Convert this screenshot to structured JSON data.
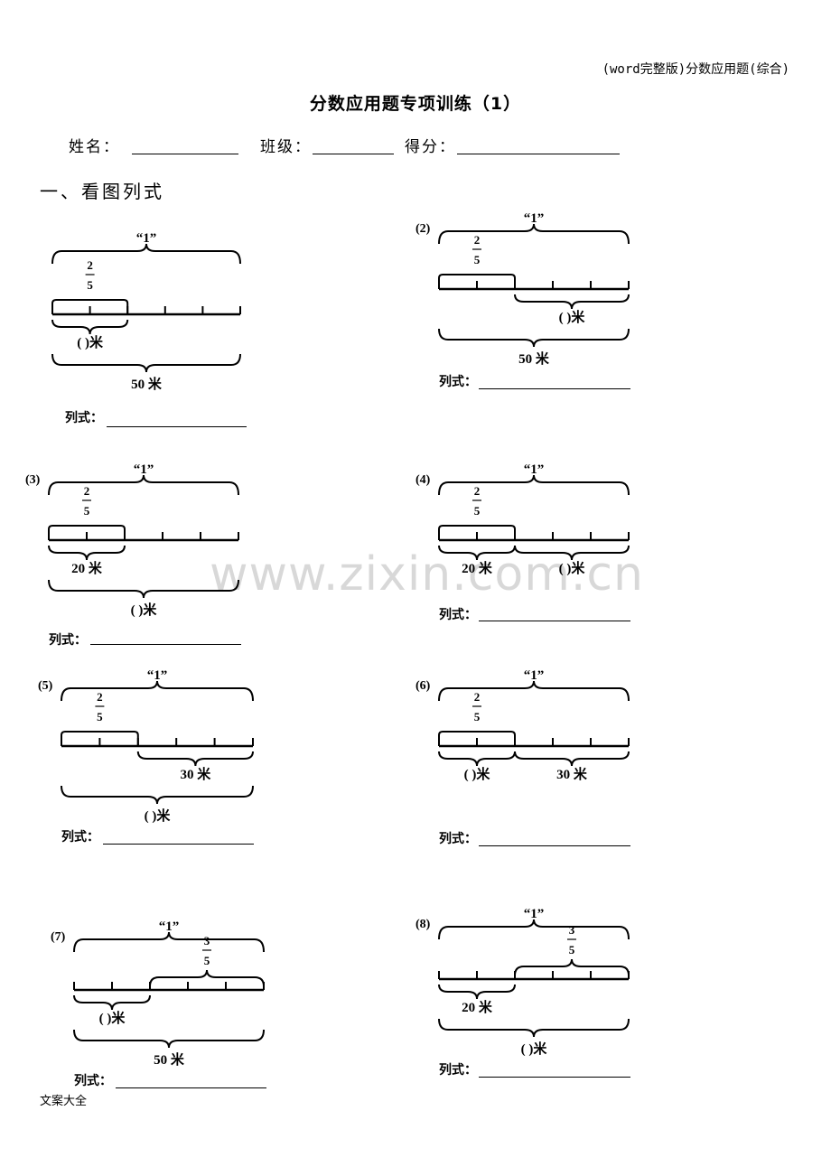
{
  "header_tag": "(word完整版)分数应用题(综合)",
  "title": "分数应用题专项训练（1）",
  "info": {
    "name_label": "姓名：",
    "class_label": "班级：",
    "score_label": "得分："
  },
  "section_title": "一、看图列式",
  "watermark": "www.zixin.com.cn",
  "footer": "文案大全",
  "lieshi_label": "列式：",
  "problems": [
    {
      "num": "",
      "whole": "“1”",
      "frac_num": "2",
      "frac_den": "5",
      "left_label": "(      )米",
      "right_label": "",
      "bottom_label": "50 米"
    },
    {
      "num": "(2)",
      "whole": "“1”",
      "frac_num": "2",
      "frac_den": "5",
      "left_label": "",
      "right_label": "(      )米",
      "bottom_label": "50 米"
    },
    {
      "num": "(3)",
      "whole": "“1”",
      "frac_num": "2",
      "frac_den": "5",
      "left_label": "20 米",
      "right_label": "",
      "bottom_label": "(      )米"
    },
    {
      "num": "(4)",
      "whole": "“1”",
      "frac_num": "2",
      "frac_den": "5",
      "left_label": "20 米",
      "right_label": "(      )米",
      "bottom_label": ""
    },
    {
      "num": "(5)",
      "whole": "“1”",
      "frac_num": "2",
      "frac_den": "5",
      "left_label": "",
      "right_label": "30 米",
      "bottom_label": "(      )米"
    },
    {
      "num": "(6)",
      "whole": "“1”",
      "frac_num": "2",
      "frac_den": "5",
      "left_label": "(      )米",
      "right_label": "30 米",
      "bottom_label": ""
    },
    {
      "num": "(7)",
      "whole": "“1”",
      "frac_num": "3",
      "frac_den": "5",
      "left_label": "(      )米",
      "right_label": "",
      "bottom_label": "50 米"
    },
    {
      "num": "(8)",
      "whole": "“1”",
      "frac_num": "3",
      "frac_den": "5",
      "left_label": "20 米",
      "right_label": "",
      "bottom_label": "(      )米"
    }
  ]
}
